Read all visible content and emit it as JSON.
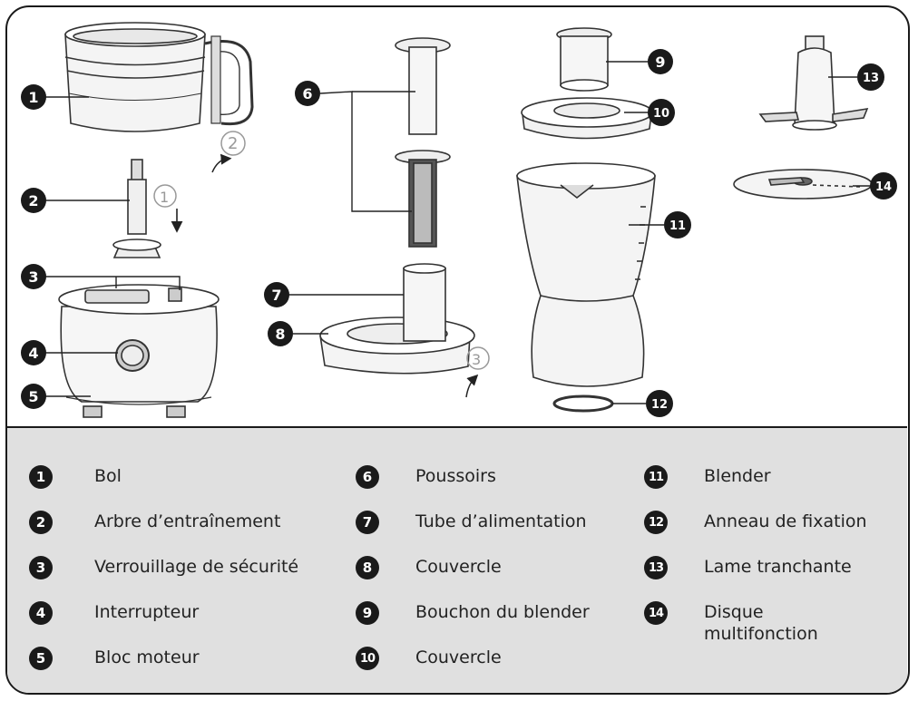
{
  "callouts": [
    "1",
    "2",
    "3",
    "4",
    "5",
    "6",
    "7",
    "8",
    "9",
    "10",
    "11",
    "12",
    "13",
    "14"
  ],
  "rotation_marks": [
    "2",
    "1",
    "3"
  ],
  "legend": [
    {
      "num": "1",
      "label": "Bol"
    },
    {
      "num": "2",
      "label": "Arbre d’entraînement"
    },
    {
      "num": "3",
      "label": "Verrouillage de sécurité"
    },
    {
      "num": "4",
      "label": "Interrupteur"
    },
    {
      "num": "5",
      "label": "Bloc moteur"
    },
    {
      "num": "6",
      "label": "Poussoirs"
    },
    {
      "num": "7",
      "label": "Tube d’alimentation"
    },
    {
      "num": "8",
      "label": "Couvercle"
    },
    {
      "num": "9",
      "label": "Bouchon du blender"
    },
    {
      "num": "10",
      "label": "Couvercle"
    },
    {
      "num": "11",
      "label": "Blender"
    },
    {
      "num": "12",
      "label": "Anneau de fixation"
    },
    {
      "num": "13",
      "label": "Lame tranchante"
    },
    {
      "num": "14",
      "label": "Disque multifonction"
    }
  ]
}
